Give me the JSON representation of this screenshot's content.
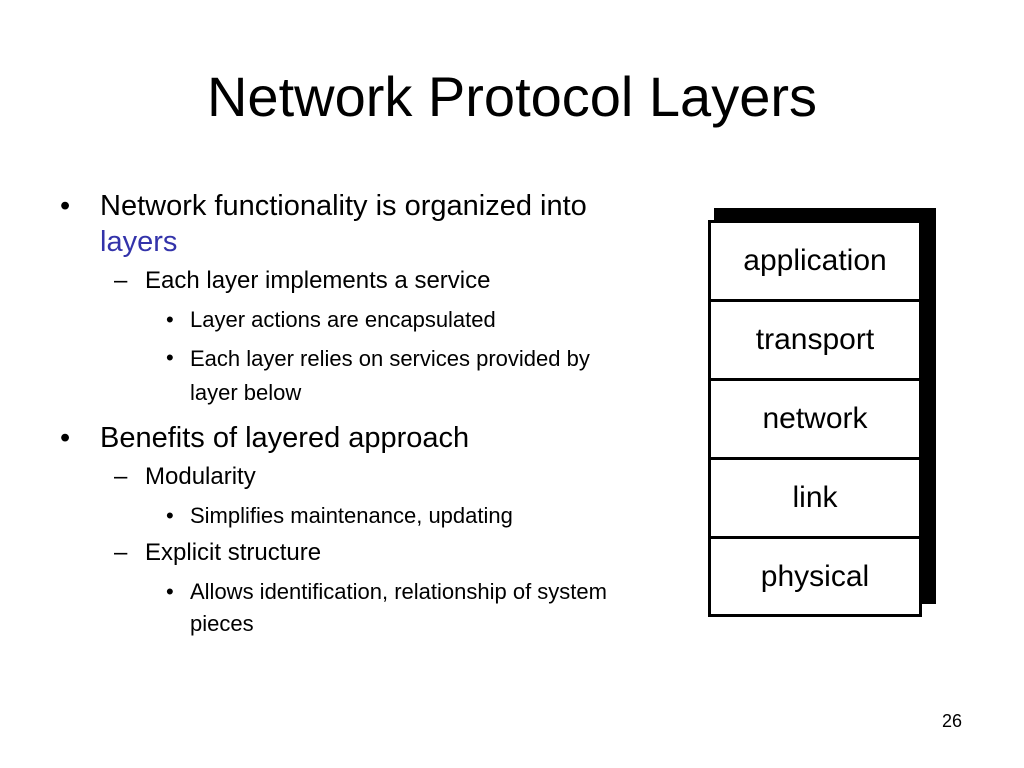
{
  "slide": {
    "title": "Network Protocol Layers",
    "page_number": "26"
  },
  "bullets": {
    "b1_text": "Network functionality is organized into",
    "b1_highlight": "layers",
    "b1_highlight_color": "#3333aa",
    "b1_sub1": "Each layer implements a service",
    "b1_sub1_items": [
      "Layer actions are encapsulated",
      "Each layer relies on services provided by layer below"
    ],
    "b2_text": "Benefits of layered approach",
    "b2_sub1": "Modularity",
    "b2_sub1_items": [
      "Simplifies maintenance, updating"
    ],
    "b2_sub2": "Explicit structure",
    "b2_sub2_items": [
      "Allows identification, relationship of system pieces"
    ]
  },
  "markers": {
    "bullet": "•",
    "dash": "–"
  },
  "stack": {
    "layers": [
      "application",
      "transport",
      "network",
      "link",
      "physical"
    ]
  }
}
